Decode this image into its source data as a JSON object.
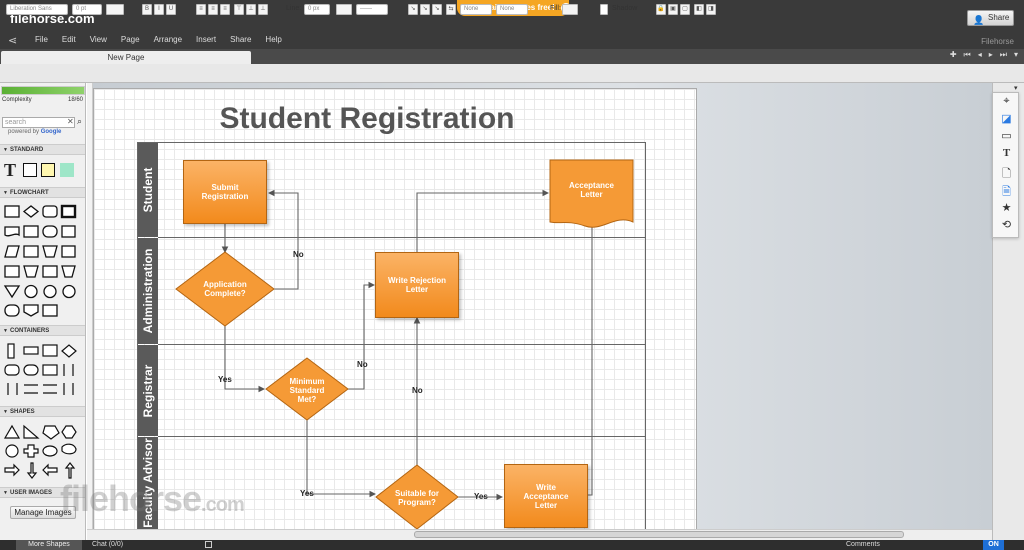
{
  "app": {
    "brand": "filehorse.com",
    "promo": "Try paid features free!",
    "share": "Share",
    "right_brand": "Filehorse"
  },
  "menu": [
    "File",
    "Edit",
    "View",
    "Page",
    "Arrange",
    "Insert",
    "Share",
    "Help"
  ],
  "tab": {
    "label": "New Page"
  },
  "toolbar": {
    "font": "Liberation Sans",
    "size": "0 pt",
    "line_label": "Line:",
    "line_size": "0 px",
    "none1": "None",
    "none2": "None",
    "fill_label": "Fill:",
    "shadow_label": "Shadow"
  },
  "left": {
    "complexity_label": "Complexity",
    "complexity_value": "18/60",
    "search_placeholder": "search",
    "powered": "powered by",
    "google": "Google",
    "sections": {
      "standard": "STANDARD",
      "flowchart": "FLOWCHART",
      "containers": "CONTAINERS",
      "shapes": "SHAPES",
      "user_images": "USER IMAGES"
    },
    "manage": "Manage Images"
  },
  "bottom": {
    "more_shapes": "More Shapes",
    "chat": "Chat (0/0)",
    "comments": "Comments",
    "on": "ON"
  },
  "watermark": {
    "main": "filehorse",
    "suffix": ".com"
  },
  "diagram": {
    "title": "Student Registration",
    "lanes": [
      "Student",
      "Administration",
      "Registrar",
      "Faculty Advisor"
    ],
    "nodes": {
      "submit": "Submit Registration",
      "acceptance": "Acceptance Letter",
      "app_complete": "Application Complete?",
      "write_rejection": "Write Rejection Letter",
      "min_standard": "Minimum Standard Met?",
      "suitable": "Suitable for Program?",
      "write_acceptance": "Write Acceptance Letter"
    },
    "labels": {
      "no1": "No",
      "yes1": "Yes",
      "no2": "No",
      "no3": "No",
      "yes2": "Yes",
      "yes3": "Yes"
    }
  }
}
